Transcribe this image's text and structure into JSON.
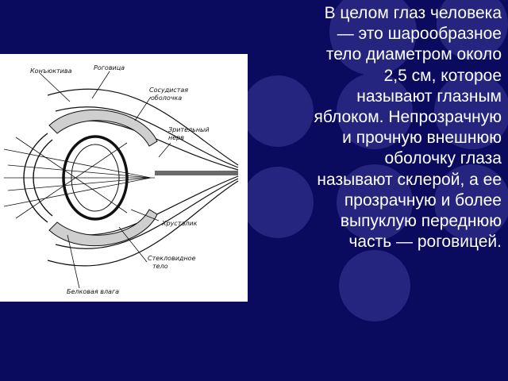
{
  "slide": {
    "background_color": "#0a0a5e",
    "text_lines": [
      "В целом глаз человека",
      "— это шарообразное",
      "тело диаметром около",
      "2,5 см, которое",
      "называют глазным",
      "яблоком. Непрозрачную",
      "и прочную внешнюю",
      "оболочку глаза",
      "называют склерой, а ее",
      "прозрачную и более",
      "выпуклую переднюю",
      "часть — роговицей."
    ]
  },
  "diagram": {
    "labels": {
      "conjunctiva": "Конъюктива",
      "cornea": "Роговица",
      "choroid": "Сосудистая оболочка",
      "choroid_line1": "Сосудистая",
      "choroid_line2": "оболочка",
      "optic_nerve_line1": "Зрительный",
      "optic_nerve_line2": "нерв",
      "lens": "Хрусталик",
      "vitreous_line1": "Стекловидное",
      "vitreous_line2": "тело",
      "aqueous": "Белковая влага"
    }
  }
}
